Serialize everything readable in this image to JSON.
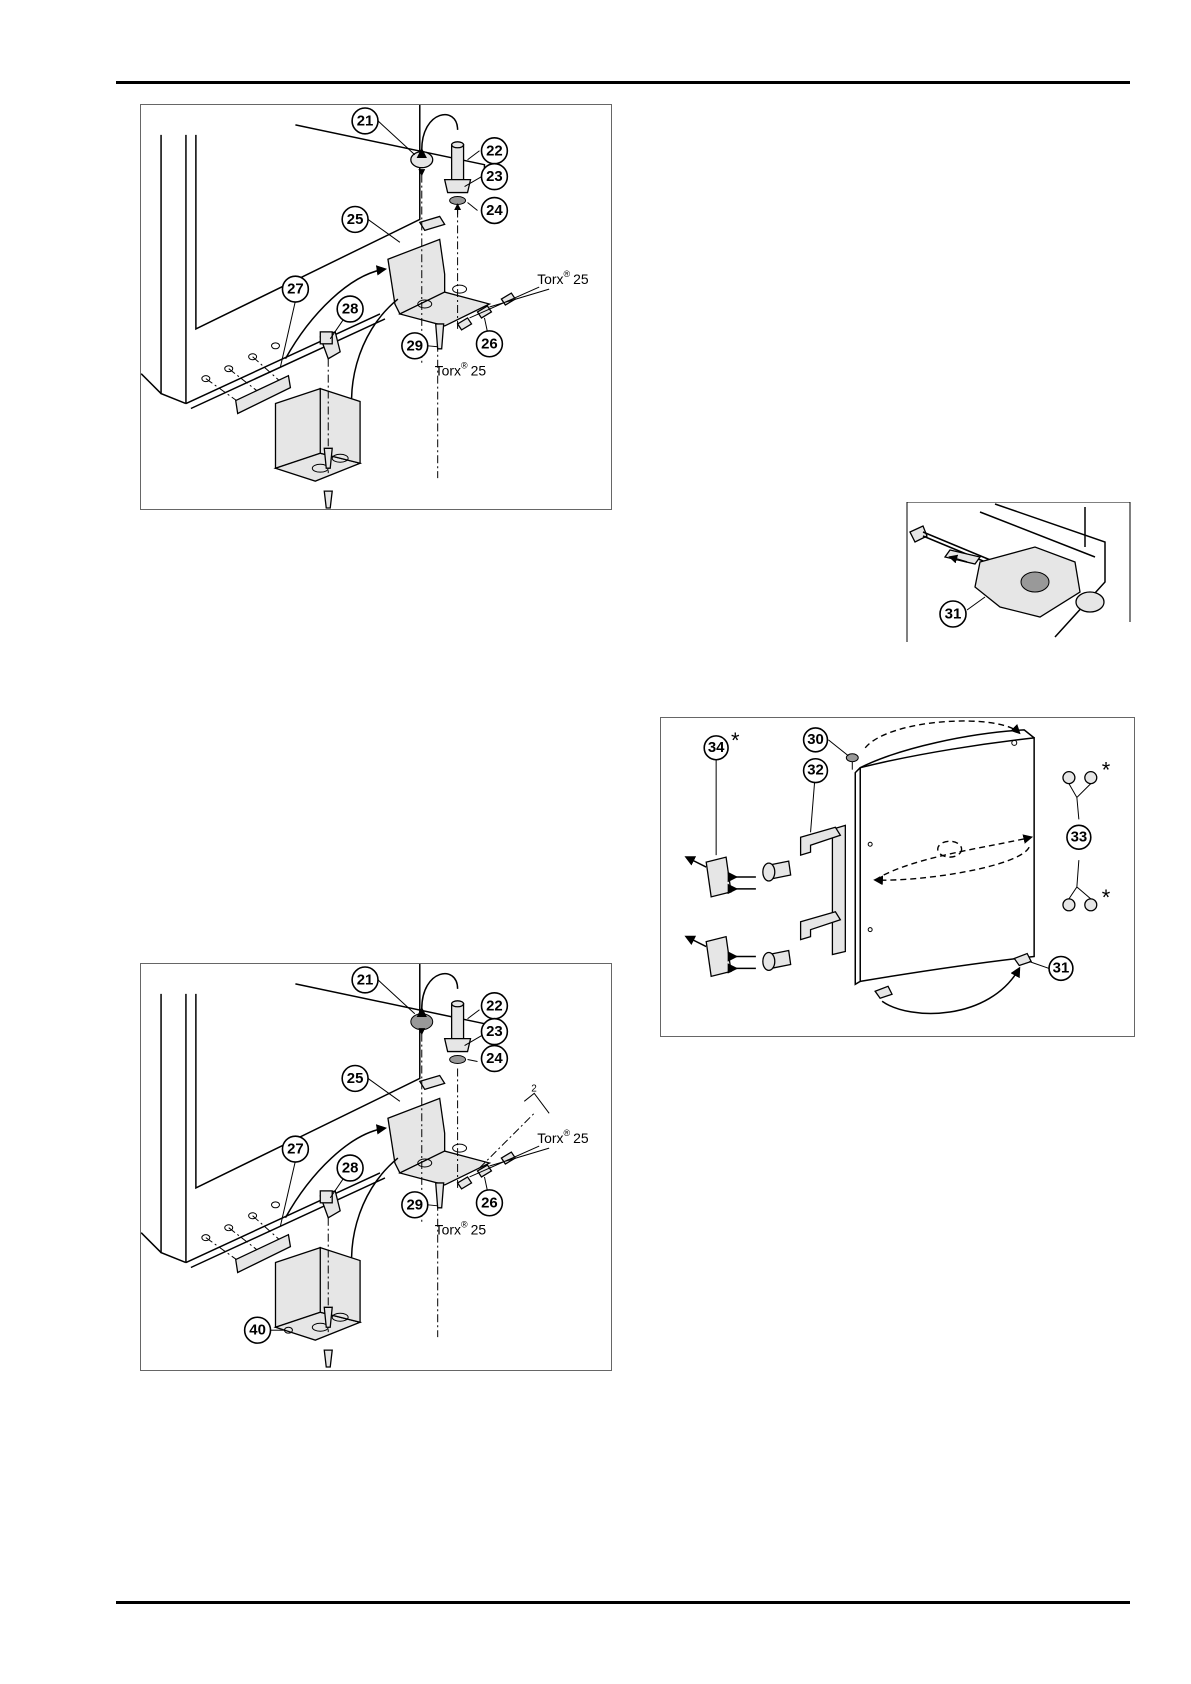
{
  "figures": {
    "fig_top": {
      "callouts": [
        "21",
        "22",
        "23",
        "24",
        "25",
        "26",
        "27",
        "28",
        "29"
      ],
      "torx_upper": {
        "brand": "Torx",
        "mark": "®",
        "size": "25"
      },
      "torx_lower": {
        "brand": "Torx",
        "mark": "®",
        "size": "25"
      }
    },
    "fig_latch": {
      "callouts": [
        "31"
      ]
    },
    "fig_door": {
      "callouts": [
        "30",
        "31",
        "32",
        "33",
        "34"
      ],
      "star": "*"
    },
    "fig_bottom": {
      "callouts": [
        "21",
        "22",
        "23",
        "24",
        "25",
        "26",
        "27",
        "28",
        "29",
        "40"
      ],
      "small_label": "2",
      "torx_upper": {
        "brand": "Torx",
        "mark": "®",
        "size": "25"
      },
      "torx_lower": {
        "brand": "Torx",
        "mark": "®",
        "size": "25"
      }
    }
  },
  "colors": {
    "line": "#000000",
    "frame": "#666666",
    "part_fill": "#e6e6e6"
  }
}
